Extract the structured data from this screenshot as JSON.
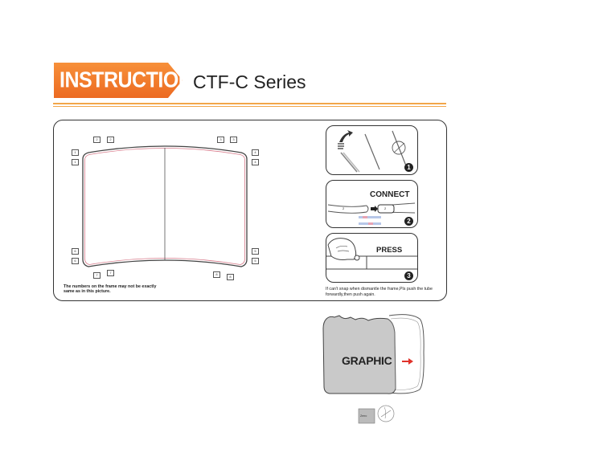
{
  "header": {
    "badge_label": "INSTRUCTION",
    "series_title": "CTF-C Series",
    "badge_color": "#f07a2a",
    "rule_color": "#f2a64a"
  },
  "frame_diagram": {
    "labels": {
      "top_left_a": "2",
      "top_left_b": "2",
      "top_right_a": "3",
      "top_right_b": "3",
      "left_upper_a": "1",
      "left_upper_b": "1",
      "right_upper_a": "4",
      "right_upper_b": "4",
      "left_lower_a": "6",
      "left_lower_b": "6",
      "right_lower_a": "5",
      "right_lower_b": "5",
      "bottom_left_a": "7",
      "bottom_left_b": "7",
      "bottom_right_a": "8",
      "bottom_right_b": "8"
    },
    "note": "The numbers on the frame may not be exactly same as in this picture."
  },
  "steps": [
    {
      "number": "1",
      "label": ""
    },
    {
      "number": "2",
      "label": "CONNECT",
      "tube_a": "2",
      "tube_b": "2"
    },
    {
      "number": "3",
      "label": "PRESS"
    }
  ],
  "hint": "If can't snap when dismantle the frame,Pls push the tube forwardly,then push again.",
  "graphic": {
    "label": "GRAPHIC",
    "arrow_color": "#e0322a",
    "fabric_color": "#c9c9c9"
  },
  "mini_icon_label": "Zerro"
}
